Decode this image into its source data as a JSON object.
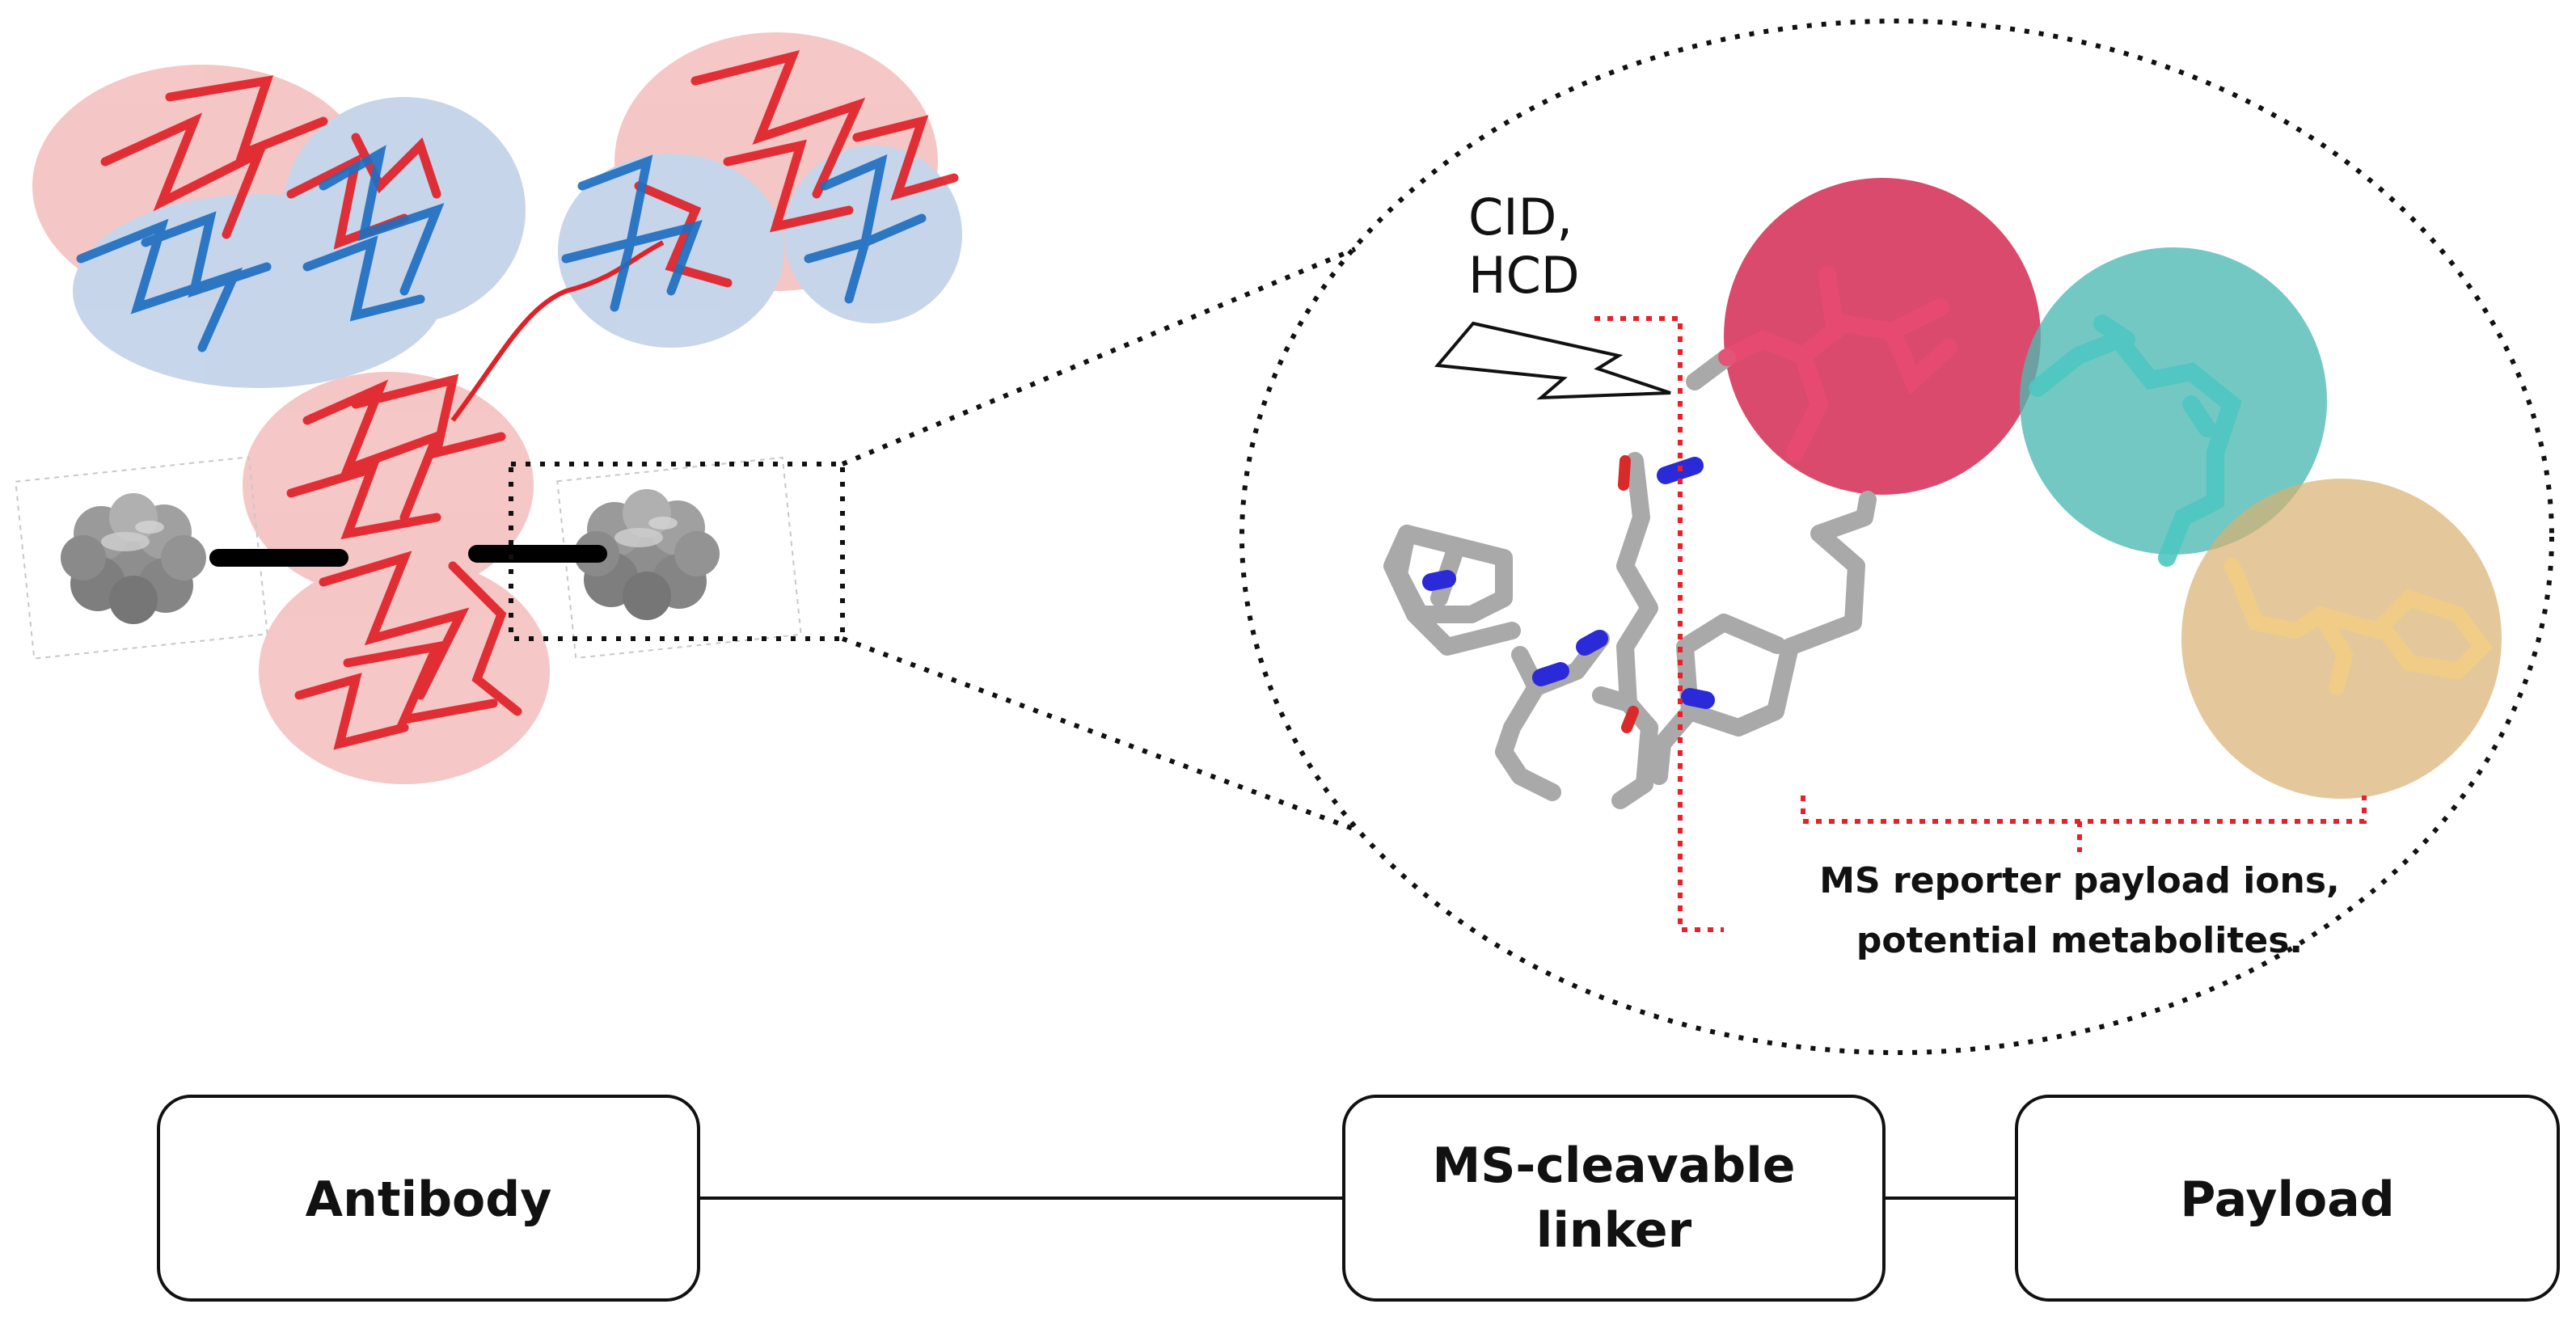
{
  "annotations": {
    "fragmentation_line1": "CID,",
    "fragmentation_line2": "HCD",
    "reporter_line1": "MS reporter payload ions,",
    "reporter_line2": "potential metabolites."
  },
  "schema": {
    "antibody_label": "Antibody",
    "linker_label_line1": "MS-cleavable",
    "linker_label_line2": "linker",
    "payload_label": "Payload"
  },
  "icons": {
    "fragmentation": "lightning-bolt-icon",
    "payload_molecule": "grey-molecule-icon"
  },
  "colors": {
    "heavy_chain": "#e02228",
    "light_chain": "#1f6fc0",
    "cleavage_bracket": "#e8202a",
    "linker_circle": "#d42a52",
    "spacer_circle": "#4db8b2",
    "payload_circle": "#d8b170",
    "carbon": "#a9a9a9",
    "nitrogen": "#2a2ad8",
    "oxygen": "#d82a2a"
  }
}
